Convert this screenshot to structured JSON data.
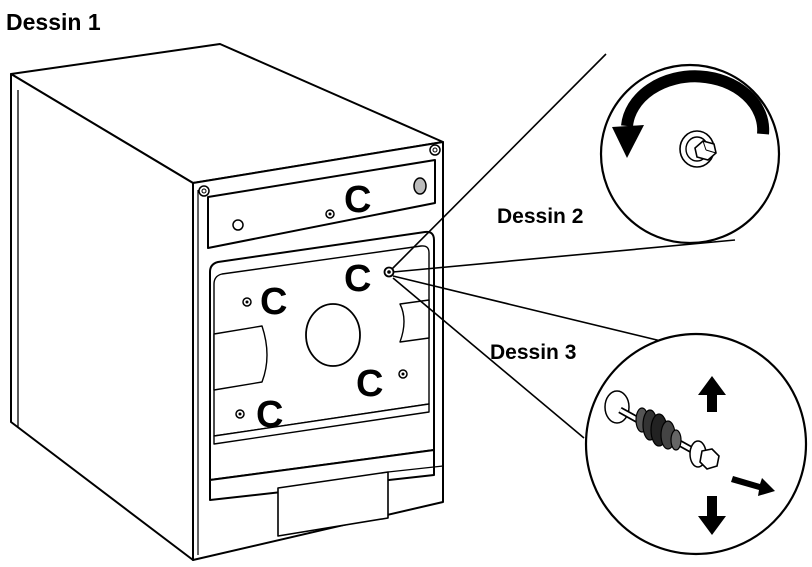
{
  "labels": {
    "drawing1": "Dessin 1",
    "drawing2": "Dessin 2",
    "drawing3": "Dessin 3"
  },
  "markers": {
    "c": "C"
  },
  "colors": {
    "line": "#000000",
    "background": "#ffffff",
    "fill_dark": "#222222",
    "fill_light": "#cccccc"
  }
}
